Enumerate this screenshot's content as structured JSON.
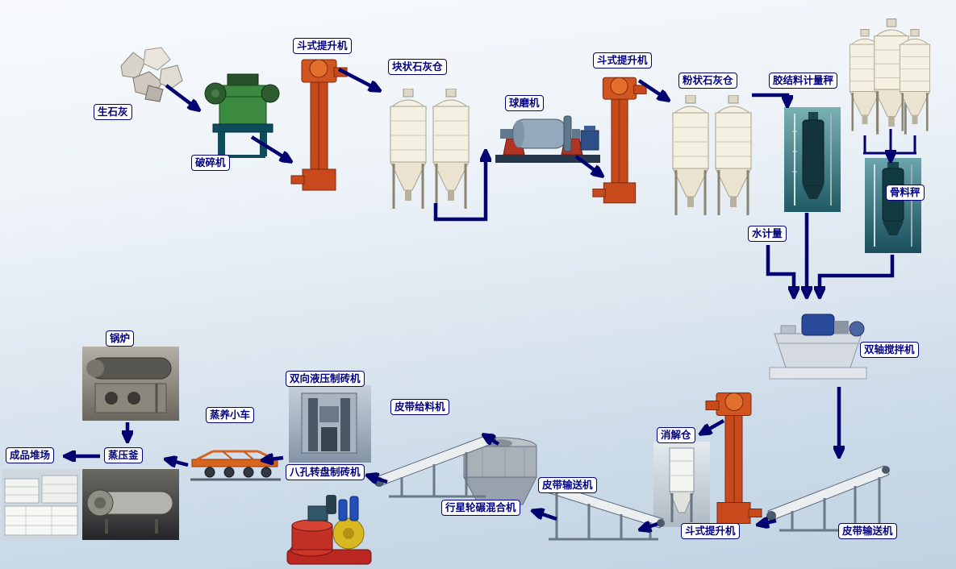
{
  "diagram_type": "process-flow",
  "labels": {
    "quicklime": "生石灰",
    "crusher": "破碎机",
    "bucket_elevator_1": "斗式提升机",
    "lump_lime_silo": "块状石灰仓",
    "ball_mill": "球磨机",
    "bucket_elevator_2": "斗式提升机",
    "powder_lime_silo": "粉状石灰仓",
    "binder_metering_scale": "胶结料计量秤",
    "aggregate_scale": "骨料秤",
    "water_metering": "水计量",
    "twin_shaft_mixer": "双轴搅拌机",
    "digestion_silo": "消解仓",
    "bucket_elevator_3": "斗式提升机",
    "belt_conveyor_right": "皮带输送机",
    "belt_conveyor_mid": "皮带输送机",
    "planetary_wheel_mixer": "行星轮碾混合机",
    "belt_feeder": "皮带给料机",
    "hydraulic_brick_machine": "双向液压制砖机",
    "rotary_brick_machine": "八孔转盘制砖机",
    "steam_curing_trolley": "蒸养小车",
    "autoclave": "蒸压釜",
    "boiler": "锅炉",
    "finished_product_yard": "成品堆场"
  },
  "colors": {
    "arrow": "#000070",
    "label_border": "#000080",
    "label_text": "#000080",
    "label_background": "#ffffff",
    "elevator_body": "#c8491c",
    "silo_body": "#f4f0e2"
  },
  "edges": [
    [
      "quicklime",
      "crusher"
    ],
    [
      "crusher",
      "bucket_elevator_1"
    ],
    [
      "bucket_elevator_1",
      "lump_lime_silo"
    ],
    [
      "lump_lime_silo",
      "ball_mill"
    ],
    [
      "ball_mill",
      "bucket_elevator_2"
    ],
    [
      "bucket_elevator_2",
      "powder_lime_silo"
    ],
    [
      "powder_lime_silo",
      "binder_metering_scale"
    ],
    [
      "binder_metering_scale",
      "twin_shaft_mixer"
    ],
    [
      "water_metering",
      "twin_shaft_mixer"
    ],
    [
      "aggregate_silos",
      "aggregate_scale"
    ],
    [
      "aggregate_scale",
      "twin_shaft_mixer"
    ],
    [
      "twin_shaft_mixer",
      "belt_conveyor_right"
    ],
    [
      "belt_conveyor_right",
      "bucket_elevator_3"
    ],
    [
      "bucket_elevator_3",
      "digestion_silo"
    ],
    [
      "digestion_silo",
      "belt_conveyor_mid"
    ],
    [
      "belt_conveyor_mid",
      "planetary_wheel_mixer"
    ],
    [
      "planetary_wheel_mixer",
      "belt_feeder"
    ],
    [
      "belt_feeder",
      "brick_machines"
    ],
    [
      "brick_machines",
      "steam_curing_trolley"
    ],
    [
      "steam_curing_trolley",
      "autoclave"
    ],
    [
      "autoclave",
      "finished_product_yard"
    ],
    [
      "boiler",
      "autoclave"
    ]
  ]
}
